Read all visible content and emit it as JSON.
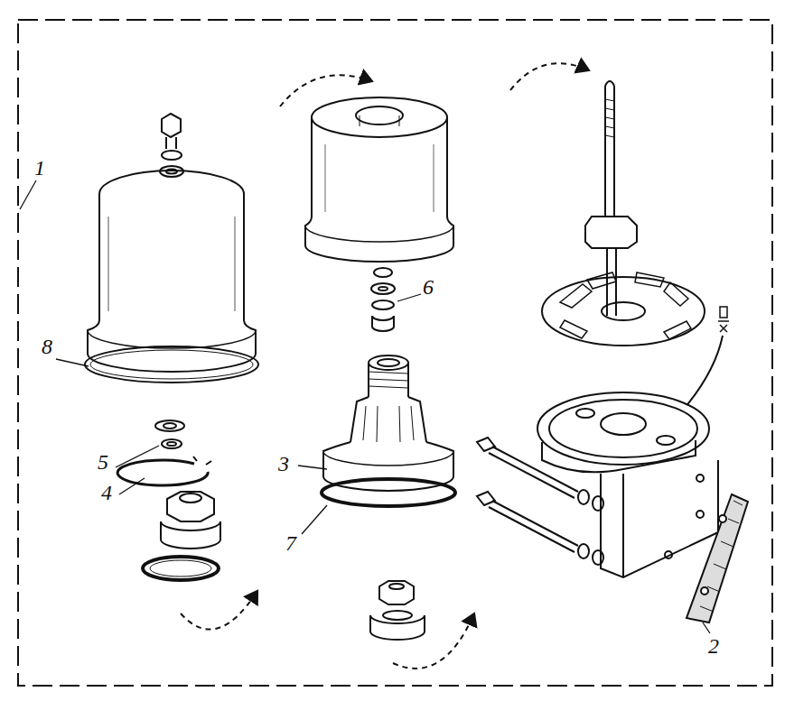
{
  "diagram": {
    "labels": [
      "1",
      "6",
      "8",
      "5",
      "3",
      "4",
      "7",
      "2"
    ]
  }
}
